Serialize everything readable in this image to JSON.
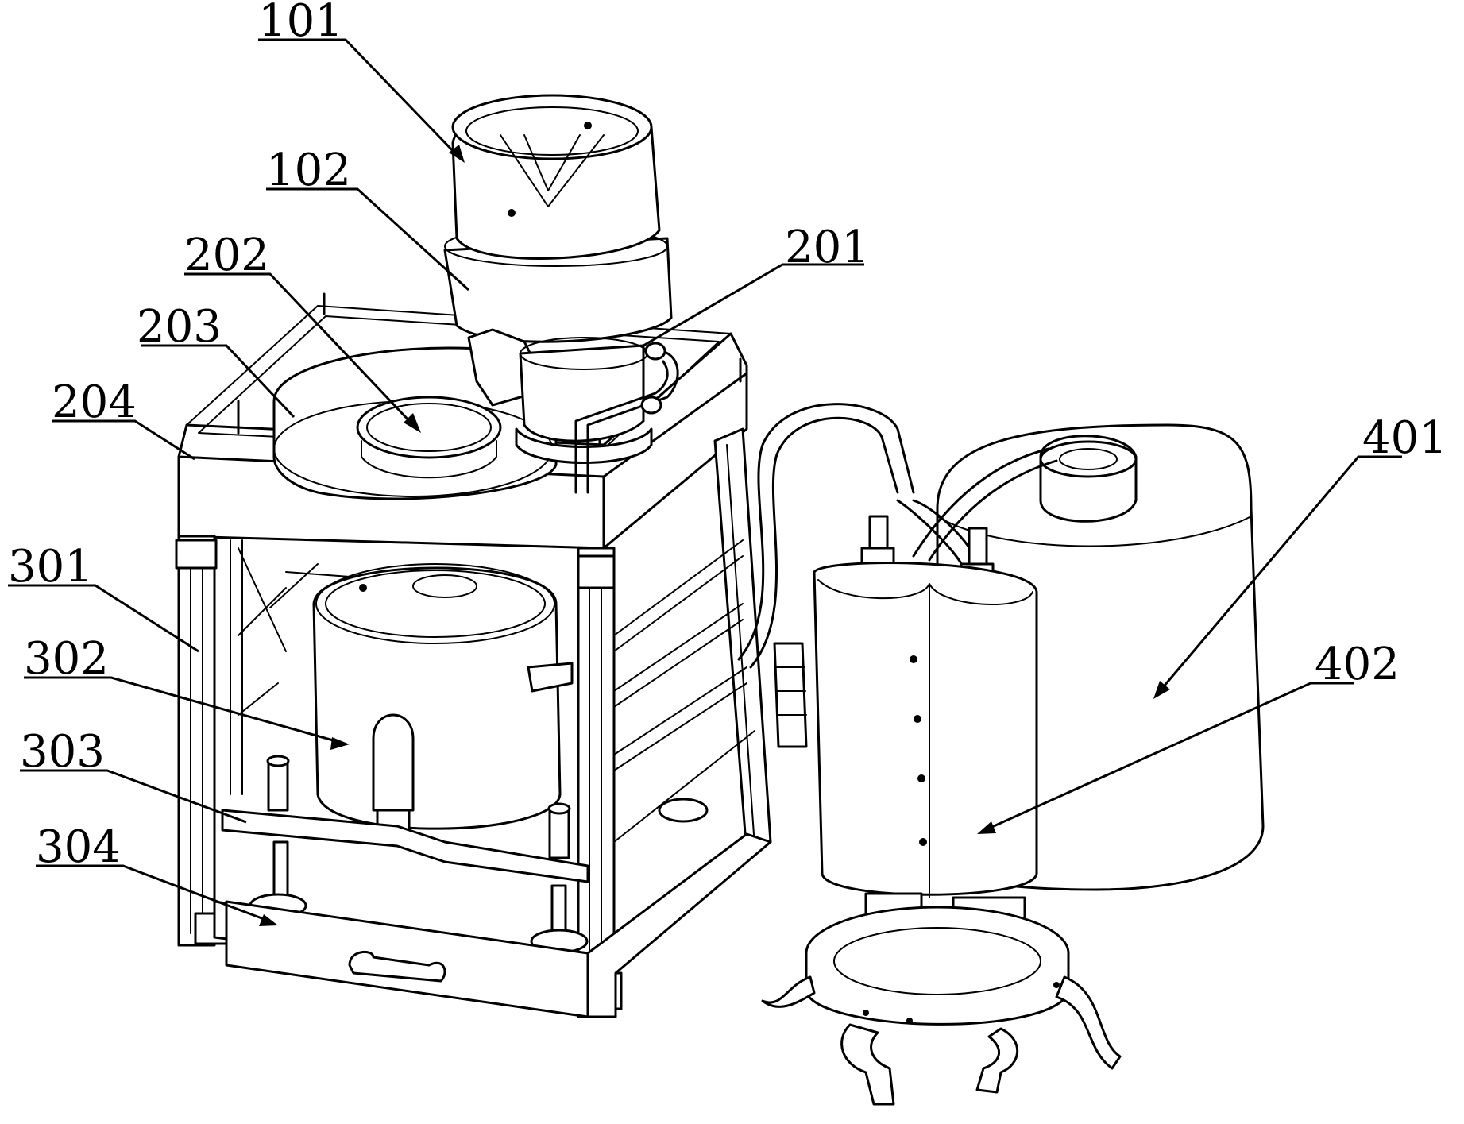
{
  "labels": {
    "l101": "101",
    "l102": "102",
    "l201": "201",
    "l202": "202",
    "l203": "203",
    "l204": "204",
    "l301": "301",
    "l302": "302",
    "l303": "303",
    "l304": "304",
    "l401": "401",
    "l402": "402"
  },
  "colors": {
    "line": "#000000",
    "background": "#ffffff"
  }
}
